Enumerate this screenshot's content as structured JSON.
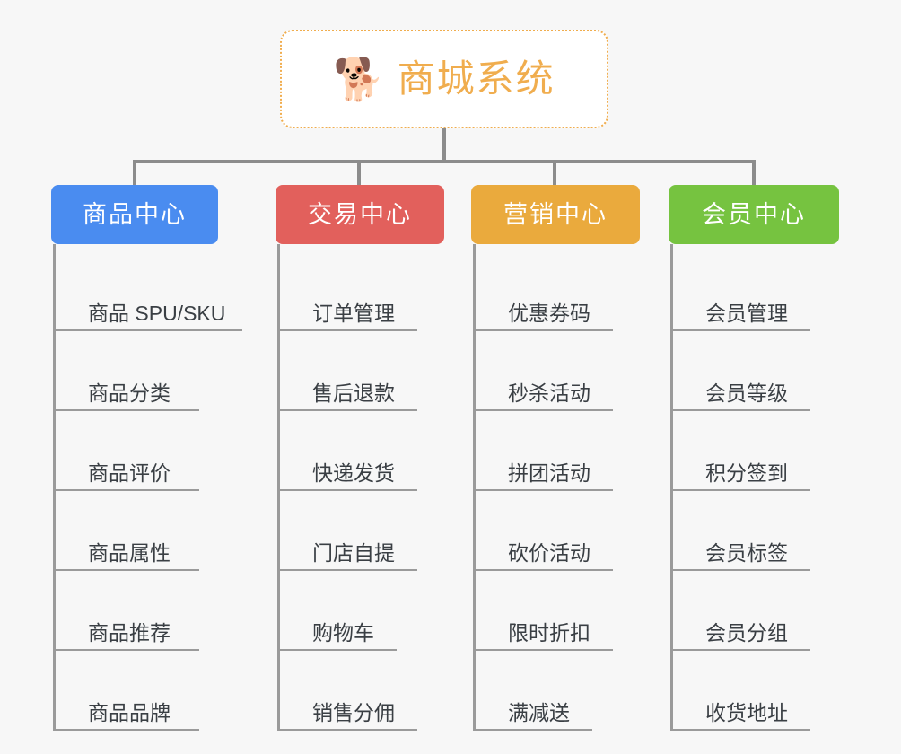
{
  "page": {
    "background_color": "#f7f7f7",
    "type": "mindmap"
  },
  "root": {
    "icon": "shiba-dog-face-emoji",
    "emoji": "🐕",
    "title": "商城系统",
    "text_color": "#f0ad4e",
    "border_color": "#f0ad4e",
    "background_color": "#ffffff"
  },
  "connector": {
    "color": "#8c8c8c"
  },
  "columns": [
    {
      "header": "商品中心",
      "color": "#4a8cf0",
      "items": [
        {
          "label": "商品 SPU/SKU",
          "rule_width": 208
        },
        {
          "label": "商品分类",
          "rule_width": 160
        },
        {
          "label": "商品评价",
          "rule_width": 160
        },
        {
          "label": "商品属性",
          "rule_width": 160
        },
        {
          "label": "商品推荐",
          "rule_width": 160
        },
        {
          "label": "商品品牌",
          "rule_width": 160
        }
      ]
    },
    {
      "header": "交易中心",
      "color": "#e2605c",
      "items": [
        {
          "label": "订单管理",
          "rule_width": 153
        },
        {
          "label": "售后退款",
          "rule_width": 153
        },
        {
          "label": "快递发货",
          "rule_width": 153
        },
        {
          "label": "门店自提",
          "rule_width": 153
        },
        {
          "label": "购物车",
          "rule_width": 130
        },
        {
          "label": "销售分佣",
          "rule_width": 153
        }
      ]
    },
    {
      "header": "营销中心",
      "color": "#eaaa3d",
      "items": [
        {
          "label": "优惠券码",
          "rule_width": 153
        },
        {
          "label": "秒杀活动",
          "rule_width": 153
        },
        {
          "label": "拼团活动",
          "rule_width": 153
        },
        {
          "label": "砍价活动",
          "rule_width": 153
        },
        {
          "label": "限时折扣",
          "rule_width": 153
        },
        {
          "label": "满减送",
          "rule_width": 130
        }
      ]
    },
    {
      "header": "会员中心",
      "color": "#76c340",
      "items": [
        {
          "label": "会员管理",
          "rule_width": 153
        },
        {
          "label": "会员等级",
          "rule_width": 153
        },
        {
          "label": "积分签到",
          "rule_width": 153
        },
        {
          "label": "会员标签",
          "rule_width": 153
        },
        {
          "label": "会员分组",
          "rule_width": 153
        },
        {
          "label": "收货地址",
          "rule_width": 153
        }
      ]
    }
  ]
}
